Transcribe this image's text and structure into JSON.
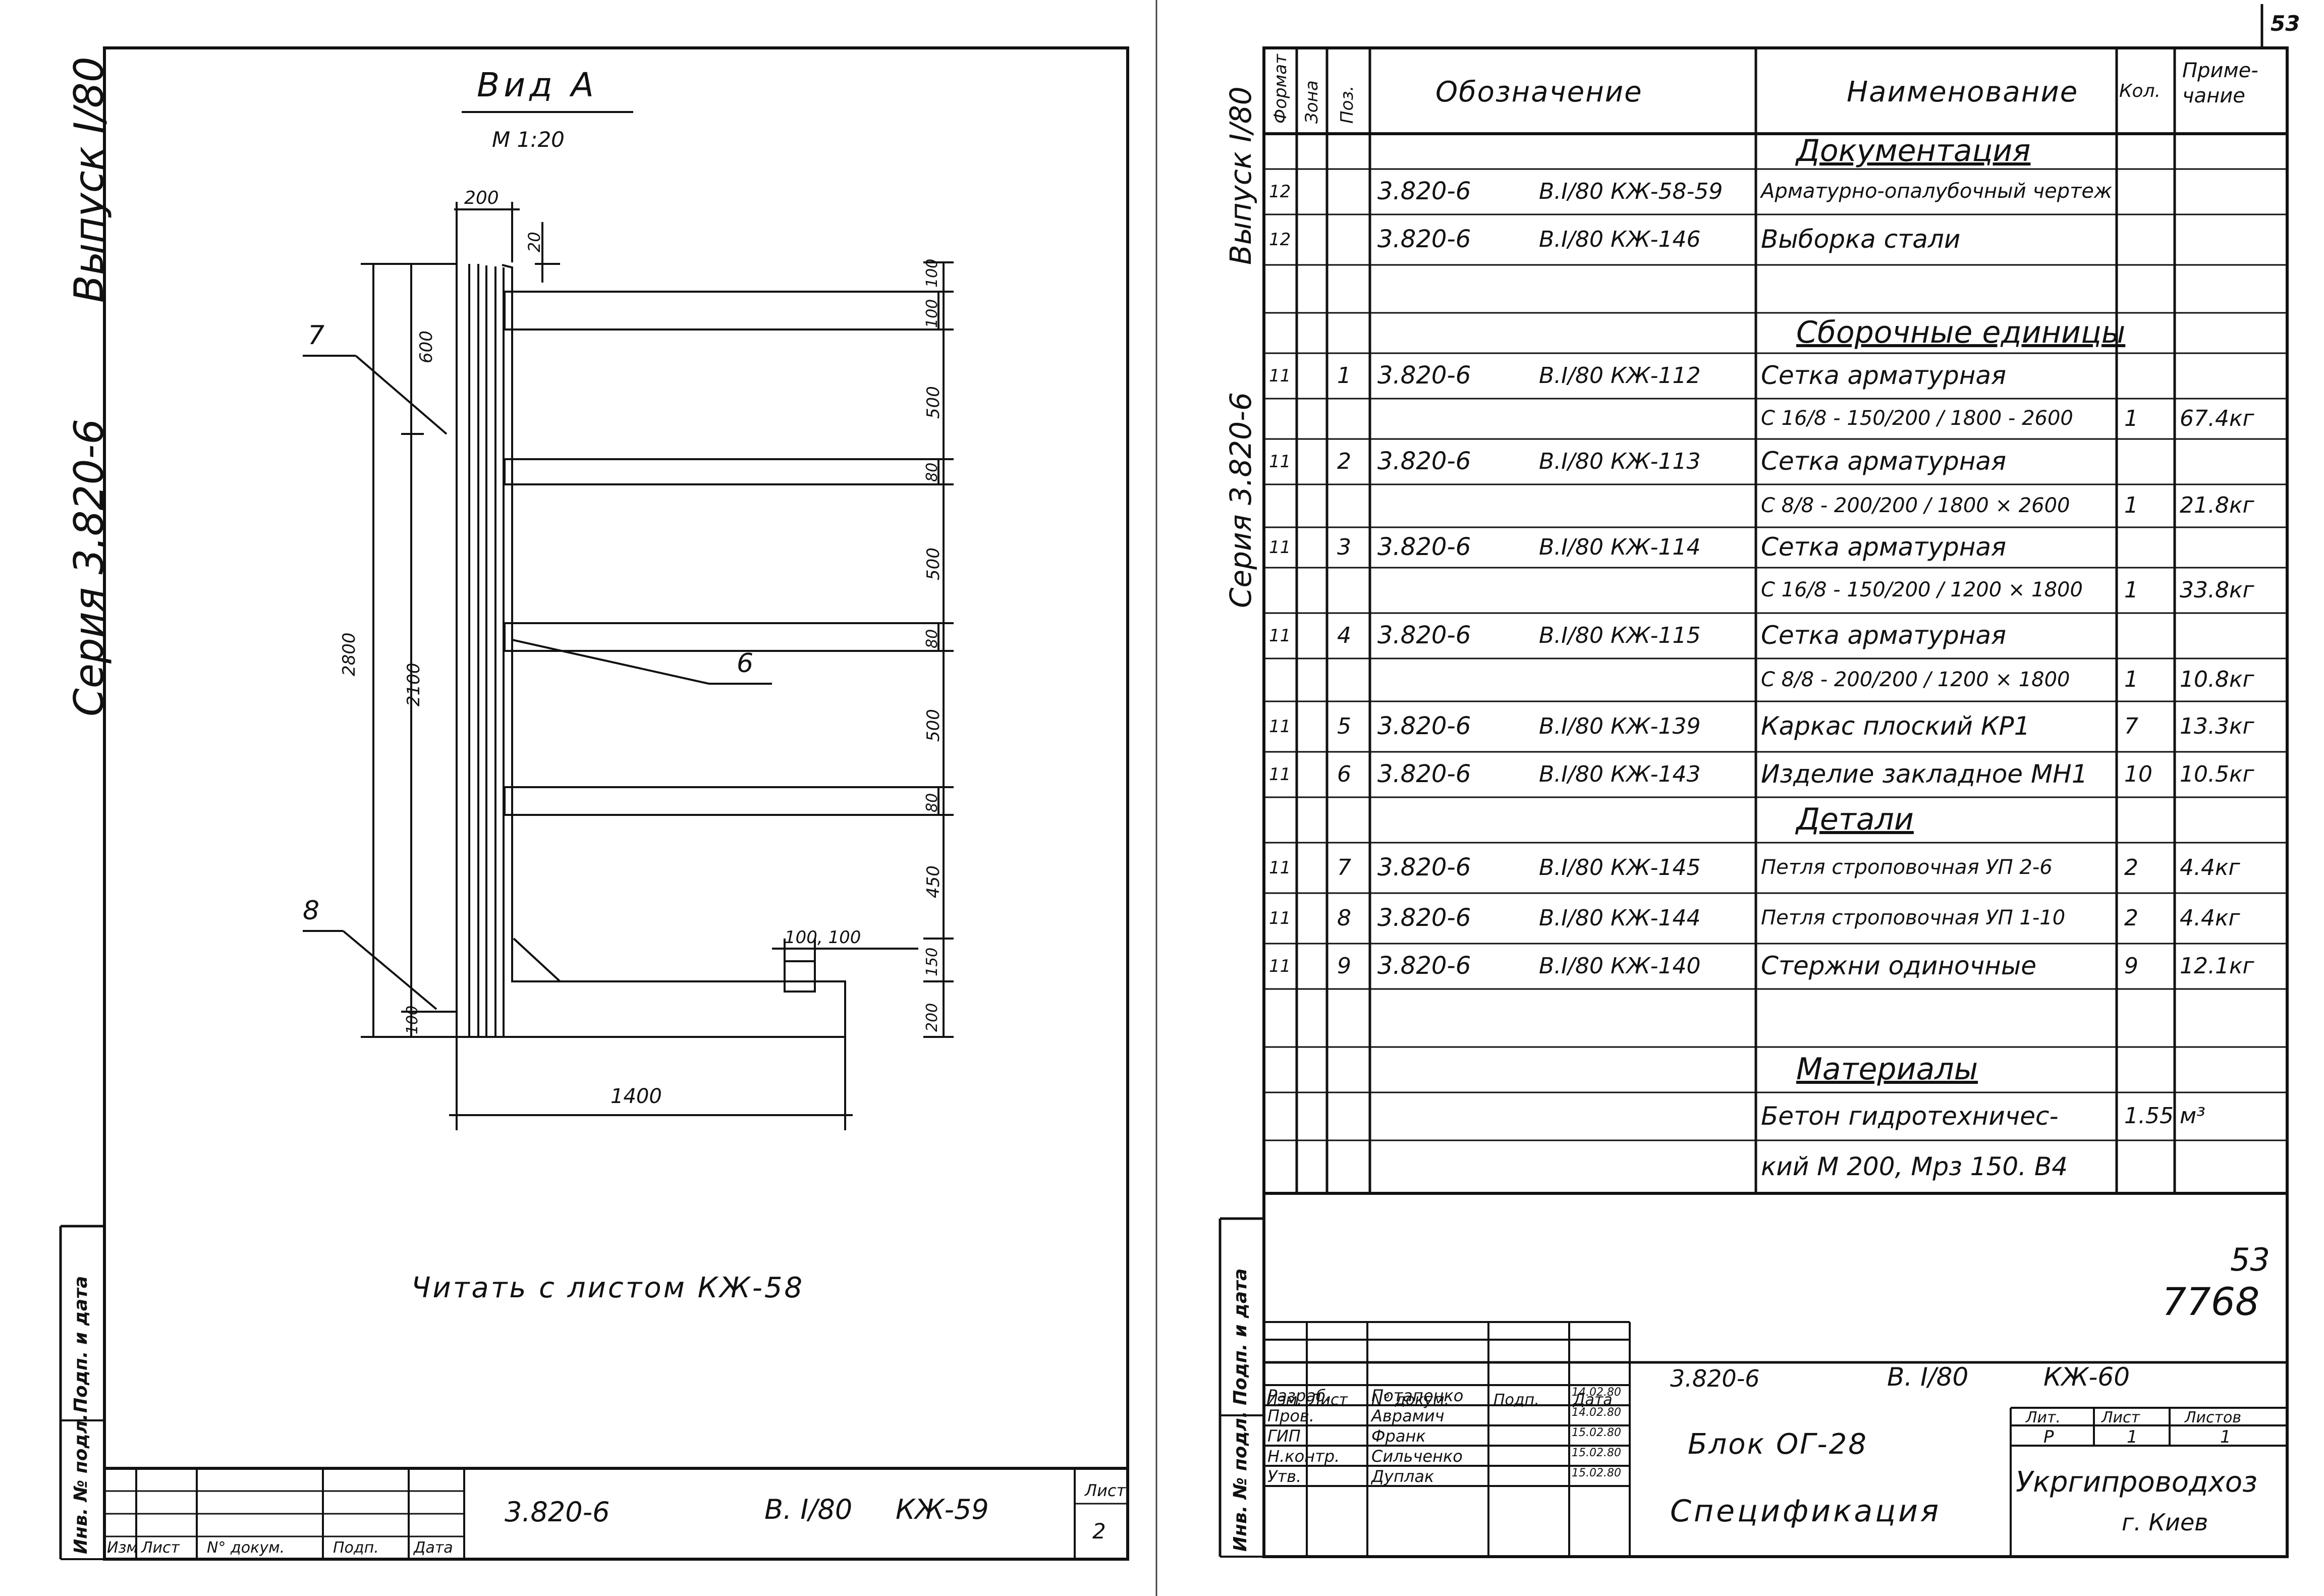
{
  "left_sheet": {
    "margin_title_top": "Выпуск I/80",
    "margin_title_bottom": "Серия 3.820-6",
    "view_title": "Вид А",
    "scale": "М 1:20",
    "dims": {
      "d200": "200",
      "d20": "20",
      "d600": "600",
      "d2800": "2800",
      "d2100": "2100",
      "d100_left": "100",
      "d100a": "100",
      "d100b": "100",
      "d500a": "500",
      "d80a": "80",
      "d500b": "500",
      "d80b": "80",
      "d500c": "500",
      "d80c": "80",
      "d450": "450",
      "d150": "150",
      "d200b": "200",
      "d1400": "1400",
      "d100_100": "100, 100"
    },
    "callouts": {
      "c7": "7",
      "c6": "6",
      "c8": "8"
    },
    "note": "Читать с листом КЖ-58",
    "margin_stamp": [
      "Инв. № подл.",
      "Подп. и дата"
    ],
    "title_block": {
      "headers": [
        "Изм",
        "Лист",
        "N° докум.",
        "Подп.",
        "Дата"
      ],
      "code": "3.820-6",
      "issue": "В. I/80",
      "sheet_code": "КЖ-59",
      "sheet_label": "Лист",
      "sheet_no": "2"
    }
  },
  "right_sheet": {
    "corner_page": "53",
    "margin_title_top": "Выпуск I/80",
    "margin_title_bottom": "Серия 3.820-6",
    "columns": [
      "Формат",
      "Зона",
      "Поз.",
      "Обозначение",
      "Наименование",
      "Кол.",
      "Приме-чание"
    ],
    "rows": [
      {
        "fmt": "",
        "zone": "",
        "pos": "",
        "code": "",
        "issue": "",
        "name": "Документация",
        "qty": "",
        "note": "",
        "section": true
      },
      {
        "fmt": "12",
        "zone": "",
        "pos": "",
        "code": "3.820-6",
        "issue": "В.I/80 КЖ-58-59",
        "name": "Арматурно-опалубочный чертеж",
        "qty": "",
        "note": ""
      },
      {
        "fmt": "12",
        "zone": "",
        "pos": "",
        "code": "3.820-6",
        "issue": "В.I/80 КЖ-146",
        "name": "Выборка стали",
        "qty": "",
        "note": ""
      },
      {
        "fmt": "",
        "zone": "",
        "pos": "",
        "code": "",
        "issue": "",
        "name": "",
        "qty": "",
        "note": ""
      },
      {
        "fmt": "",
        "zone": "",
        "pos": "",
        "code": "",
        "issue": "",
        "name": "Сборочные единицы",
        "qty": "",
        "note": "",
        "section": true
      },
      {
        "fmt": "11",
        "zone": "",
        "pos": "1",
        "code": "3.820-6",
        "issue": "В.I/80 КЖ-112",
        "name": "Сетка арматурная",
        "qty": "",
        "note": ""
      },
      {
        "fmt": "",
        "zone": "",
        "pos": "",
        "code": "",
        "issue": "",
        "name": "С 16/8 - 150/200 / 1800 - 2600",
        "qty": "1",
        "note": "67.4кг"
      },
      {
        "fmt": "11",
        "zone": "",
        "pos": "2",
        "code": "3.820-6",
        "issue": "В.I/80 КЖ-113",
        "name": "Сетка арматурная",
        "qty": "",
        "note": ""
      },
      {
        "fmt": "",
        "zone": "",
        "pos": "",
        "code": "",
        "issue": "",
        "name": "С 8/8 - 200/200 / 1800 × 2600",
        "qty": "1",
        "note": "21.8кг"
      },
      {
        "fmt": "11",
        "zone": "",
        "pos": "3",
        "code": "3.820-6",
        "issue": "В.I/80 КЖ-114",
        "name": "Сетка арматурная",
        "qty": "",
        "note": ""
      },
      {
        "fmt": "",
        "zone": "",
        "pos": "",
        "code": "",
        "issue": "",
        "name": "С 16/8 - 150/200 / 1200 × 1800",
        "qty": "1",
        "note": "33.8кг"
      },
      {
        "fmt": "11",
        "zone": "",
        "pos": "4",
        "code": "3.820-6",
        "issue": "В.I/80 КЖ-115",
        "name": "Сетка арматурная",
        "qty": "",
        "note": ""
      },
      {
        "fmt": "",
        "zone": "",
        "pos": "",
        "code": "",
        "issue": "",
        "name": "С 8/8 - 200/200 / 1200 × 1800",
        "qty": "1",
        "note": "10.8кг"
      },
      {
        "fmt": "11",
        "zone": "",
        "pos": "5",
        "code": "3.820-6",
        "issue": "В.I/80 КЖ-139",
        "name": "Каркас плоский КР1",
        "qty": "7",
        "note": "13.3кг"
      },
      {
        "fmt": "11",
        "zone": "",
        "pos": "6",
        "code": "3.820-6",
        "issue": "В.I/80 КЖ-143",
        "name": "Изделие закладное МН1",
        "qty": "10",
        "note": "10.5кг"
      },
      {
        "fmt": "",
        "zone": "",
        "pos": "",
        "code": "",
        "issue": "",
        "name": "Детали",
        "qty": "",
        "note": "",
        "section": true
      },
      {
        "fmt": "11",
        "zone": "",
        "pos": "7",
        "code": "3.820-6",
        "issue": "В.I/80 КЖ-145",
        "name": "Петля строповочная УП 2-6",
        "qty": "2",
        "note": "4.4кг"
      },
      {
        "fmt": "11",
        "zone": "",
        "pos": "8",
        "code": "3.820-6",
        "issue": "В.I/80 КЖ-144",
        "name": "Петля строповочная УП 1-10",
        "qty": "2",
        "note": "4.4кг"
      },
      {
        "fmt": "11",
        "zone": "",
        "pos": "9",
        "code": "3.820-6",
        "issue": "В.I/80 КЖ-140",
        "name": "Стержни одиночные",
        "qty": "9",
        "note": "12.1кг"
      },
      {
        "fmt": "",
        "zone": "",
        "pos": "",
        "code": "",
        "issue": "",
        "name": "",
        "qty": "",
        "note": ""
      },
      {
        "fmt": "",
        "zone": "",
        "pos": "",
        "code": "",
        "issue": "",
        "name": "Материалы",
        "qty": "",
        "note": "",
        "section": true
      },
      {
        "fmt": "",
        "zone": "",
        "pos": "",
        "code": "",
        "issue": "",
        "name": "Бетон гидротехничес-",
        "qty": "1.55",
        "note": "м³"
      },
      {
        "fmt": "",
        "zone": "",
        "pos": "",
        "code": "",
        "issue": "",
        "name": "кий М 200, Мрз 150. В4",
        "qty": "",
        "note": ""
      }
    ],
    "stamp_numbers": [
      "53",
      "7768"
    ],
    "margin_stamp": [
      "Инв. № подл.",
      "Подп. и дата"
    ],
    "title_block": {
      "headers": [
        "Изм.",
        "Лист",
        "N° докум.",
        "Подп.",
        "Дата"
      ],
      "people": [
        {
          "role": "Разраб.",
          "name": "Потапенко",
          "date": "14.02.80"
        },
        {
          "role": "Пров.",
          "name": "Аврамич",
          "date": "14.02.80"
        },
        {
          "role": "ГИП",
          "name": "Франк",
          "date": "15.02.80"
        },
        {
          "role": "Н.контр.",
          "name": "Сильченко",
          "date": "15.02.80"
        },
        {
          "role": "Утв.",
          "name": "Дуплак",
          "date": "15.02.80"
        }
      ],
      "code": "3.820-6",
      "issue": "В. I/80",
      "sheet_code": "КЖ-60",
      "name1": "Блок ОГ-28",
      "name2": "Спецификация",
      "lit_label": "Лит.",
      "sheet_label": "Лист",
      "sheets_label": "Листов",
      "lit": "Р",
      "sheet": "1",
      "sheets": "1",
      "org": "Укргипроводхоз",
      "city": "г. Киев"
    }
  }
}
